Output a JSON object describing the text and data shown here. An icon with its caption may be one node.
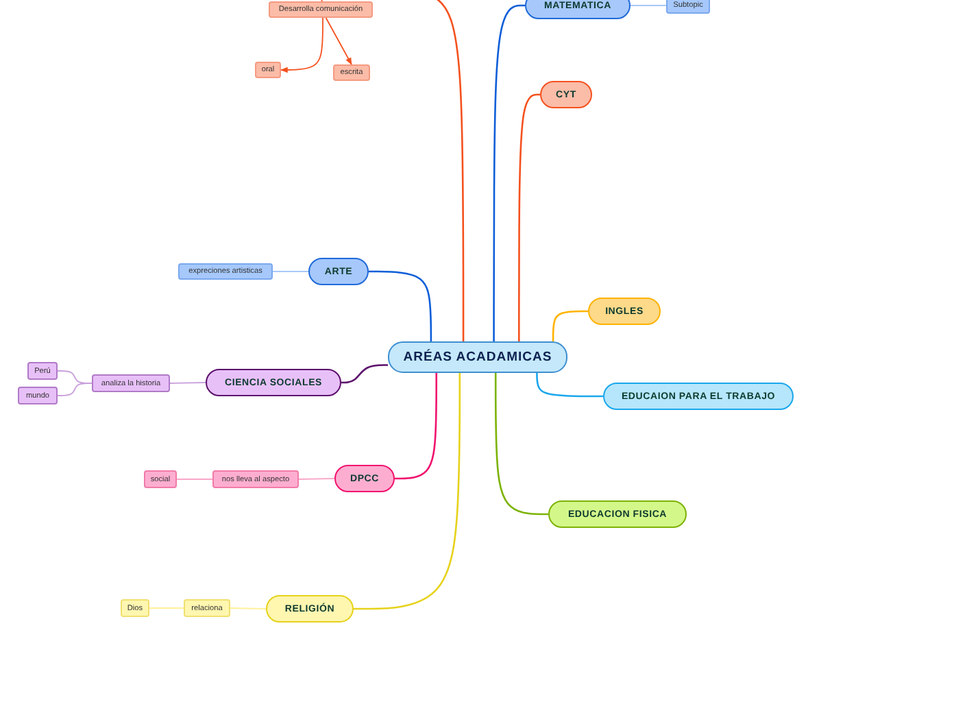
{
  "diagram": {
    "nodes": [
      {
        "text": [
          "Desarrolla comunicación"
        ]
      },
      {
        "text": [
          "oral"
        ]
      },
      {
        "text": [
          "escrita"
        ]
      },
      {
        "text": [
          "MATEMATICA"
        ]
      },
      {
        "text": [
          "Subtopic"
        ]
      },
      {
        "text": [
          "CYT"
        ]
      },
      {
        "text": [
          "ARTE"
        ]
      },
      {
        "text": [
          "expreciones artisticas"
        ]
      },
      {
        "text": [
          "INGLES"
        ]
      },
      {
        "text": [
          "ARÉAS ACADAMICAS"
        ]
      },
      {
        "text": [
          "CIENCIA SOCIALES"
        ]
      },
      {
        "text": [
          "analiza la historia"
        ]
      },
      {
        "text": [
          "Perú"
        ]
      },
      {
        "text": [
          "mundo"
        ]
      },
      {
        "text": [
          "EDUCAION PARA EL TRABAJO"
        ]
      },
      {
        "text": [
          "DPCC"
        ]
      },
      {
        "text": [
          "nos lleva al aspecto"
        ]
      },
      {
        "text": [
          "social"
        ]
      },
      {
        "text": [
          "EDUCACION FISICA"
        ]
      },
      {
        "text": [
          "RELIGIÓN"
        ]
      },
      {
        "text": [
          "relaciona"
        ]
      },
      {
        "text": [
          "Dios"
        ]
      }
    ],
    "edges": [
      {
        "from": 9,
        "to": null,
        "arrow": "none",
        "color": "#f4511e"
      },
      {
        "from": null,
        "to": 0,
        "arrow": "none",
        "color": "#f4511e"
      },
      {
        "from": 0,
        "to": 1,
        "arrow": "to",
        "color": "#f4511e"
      },
      {
        "from": 0,
        "to": 2,
        "arrow": "to",
        "color": "#f4511e"
      },
      {
        "from": 9,
        "to": 3,
        "arrow": "none",
        "color": "#0d5ed8"
      },
      {
        "from": 3,
        "to": 4,
        "arrow": "none",
        "color": "#a8c8f8"
      },
      {
        "from": 9,
        "to": 5,
        "arrow": "none",
        "color": "#f4511e"
      },
      {
        "from": 9,
        "to": 8,
        "arrow": "none",
        "color": "#ffb300"
      },
      {
        "from": 9,
        "to": 14,
        "arrow": "none",
        "color": "#1aa7ec"
      },
      {
        "from": 9,
        "to": 18,
        "arrow": "none",
        "color": "#7cb305"
      },
      {
        "from": 9,
        "to": 19,
        "arrow": "none",
        "color": "#e6d21a"
      },
      {
        "from": 9,
        "to": 15,
        "arrow": "none",
        "color": "#f0126e"
      },
      {
        "from": 9,
        "to": 10,
        "arrow": "none",
        "color": "#5b0f6b"
      },
      {
        "from": 9,
        "to": 6,
        "arrow": "none",
        "color": "#0d5ed8"
      },
      {
        "from": 6,
        "to": 7,
        "arrow": "none",
        "color": "#a8c8f8"
      },
      {
        "from": 10,
        "to": 11,
        "arrow": "none",
        "color": "#c9a0dc"
      },
      {
        "from": 11,
        "to": 12,
        "arrow": "none",
        "color": "#c9a0dc"
      },
      {
        "from": 11,
        "to": 13,
        "arrow": "none",
        "color": "#c9a0dc"
      },
      {
        "from": 15,
        "to": 16,
        "arrow": "none",
        "color": "#f8a8c8"
      },
      {
        "from": 16,
        "to": 17,
        "arrow": "none",
        "color": "#f8a8c8"
      },
      {
        "from": 19,
        "to": 20,
        "arrow": "none",
        "color": "#fff09a"
      },
      {
        "from": 20,
        "to": 21,
        "arrow": "none",
        "color": "#fff09a"
      }
    ]
  }
}
